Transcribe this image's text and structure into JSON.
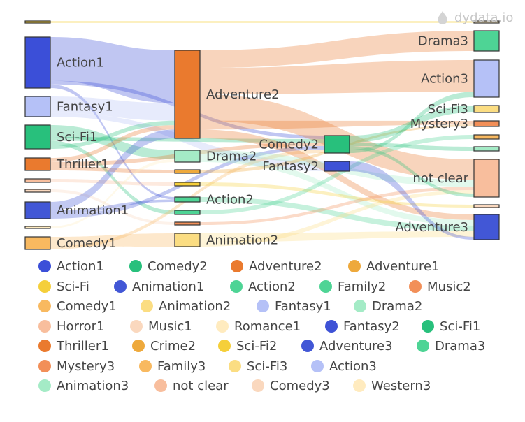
{
  "watermark": "dydata.io",
  "chart_data": {
    "type": "sankey",
    "nodes": [
      {
        "name": "Sci-Fi",
        "color": "#F5CF3A",
        "label": ""
      },
      {
        "name": "Action1",
        "color": "#3B4FD8",
        "label": "Action1"
      },
      {
        "name": "Fantasy1",
        "color": "#B5C1F7",
        "label": "Fantasy1"
      },
      {
        "name": "Sci-Fi1",
        "color": "#28C07C",
        "label": "Sci-Fi1"
      },
      {
        "name": "Thriller1",
        "color": "#EA7A2E",
        "label": "Thriller1"
      },
      {
        "name": "Horror1",
        "color": "#F8BE9D",
        "label": ""
      },
      {
        "name": "Music1",
        "color": "#FAD8BE",
        "label": ""
      },
      {
        "name": "Animation1",
        "color": "#4257D6",
        "label": "Animation1"
      },
      {
        "name": "Romance1",
        "color": "#FFEBBF",
        "label": ""
      },
      {
        "name": "Comedy1",
        "color": "#F8B960",
        "label": "Comedy1"
      },
      {
        "name": "Adventure1",
        "color": "#EEA93C",
        "label": ""
      },
      {
        "name": "Adventure2",
        "color": "#EA7A2E",
        "label": "Adventure2"
      },
      {
        "name": "Drama2",
        "color": "#A4EBC6",
        "label": "Drama2"
      },
      {
        "name": "Crime2",
        "color": "#EEA93C",
        "label": ""
      },
      {
        "name": "Sci-Fi2",
        "color": "#F5CF3A",
        "label": ""
      },
      {
        "name": "Action2",
        "color": "#4ED495",
        "label": "Action2"
      },
      {
        "name": "Family2",
        "color": "#4ED495",
        "label": ""
      },
      {
        "name": "Music2",
        "color": "#F28F58",
        "label": ""
      },
      {
        "name": "Animation2",
        "color": "#FBDD82",
        "label": "Animation2"
      },
      {
        "name": "Comedy2",
        "color": "#28C07C",
        "label": "Comedy2"
      },
      {
        "name": "Fantasy2",
        "color": "#3E52D6",
        "label": "Fantasy2"
      },
      {
        "name": "Western3",
        "color": "#FFEBBF",
        "label": ""
      },
      {
        "name": "Drama3",
        "color": "#4ED495",
        "label": "Drama3"
      },
      {
        "name": "Action3",
        "color": "#B5C1F7",
        "label": "Action3"
      },
      {
        "name": "Sci-Fi3",
        "color": "#FBDD82",
        "label": "Sci-Fi3"
      },
      {
        "name": "Mystery3",
        "color": "#F28F58",
        "label": "Mystery3"
      },
      {
        "name": "Family3",
        "color": "#F8B960",
        "label": ""
      },
      {
        "name": "Animation3",
        "color": "#A4EBC6",
        "label": ""
      },
      {
        "name": "not clear",
        "color": "#F8BE9D",
        "label": "not clear"
      },
      {
        "name": "Comedy3",
        "color": "#FAD8BE",
        "label": ""
      },
      {
        "name": "Adventure3",
        "color": "#4257D6",
        "label": "Adventure3"
      }
    ],
    "links": [
      {
        "source": "Action1",
        "target": "Adventure2",
        "value": 12
      },
      {
        "source": "Action1",
        "target": "Comedy2",
        "value": 1
      },
      {
        "source": "Action1",
        "target": "Action2",
        "value": 1
      },
      {
        "source": "Fantasy1",
        "target": "Adventure2",
        "value": 4
      },
      {
        "source": "Fantasy1",
        "target": "Fantasy2",
        "value": 1
      },
      {
        "source": "Sci-Fi1",
        "target": "Drama2",
        "value": 3
      },
      {
        "source": "Sci-Fi1",
        "target": "Comedy2",
        "value": 1
      },
      {
        "source": "Sci-Fi1",
        "target": "Family2",
        "value": 1
      },
      {
        "source": "Sci-Fi1",
        "target": "Adventure2",
        "value": 1
      },
      {
        "source": "Thriller1",
        "target": "Adventure2",
        "value": 1
      },
      {
        "source": "Thriller1",
        "target": "Comedy2",
        "value": 1
      },
      {
        "source": "Thriller1",
        "target": "Crime2",
        "value": 1
      },
      {
        "source": "Horror1",
        "target": "Sci-Fi2",
        "value": 1
      },
      {
        "source": "Music1",
        "target": "Music2",
        "value": 1
      },
      {
        "source": "Animation1",
        "target": "Adventure2",
        "value": 2
      },
      {
        "source": "Animation1",
        "target": "Action2",
        "value": 1
      },
      {
        "source": "Animation1",
        "target": "Comedy2",
        "value": 1
      },
      {
        "source": "Romance1",
        "target": "Drama2",
        "value": 1
      },
      {
        "source": "Comedy1",
        "target": "Animation2",
        "value": 3
      },
      {
        "source": "Comedy1",
        "target": "Comedy2",
        "value": 1
      },
      {
        "source": "Sci-Fi",
        "target": "Western3",
        "value": 1
      },
      {
        "source": "Adventure2",
        "target": "Drama3",
        "value": 4
      },
      {
        "source": "Adventure2",
        "target": "Action3",
        "value": 6
      },
      {
        "source": "Adventure2",
        "target": "not clear",
        "value": 6
      },
      {
        "source": "Adventure2",
        "target": "Mystery3",
        "value": 2
      },
      {
        "source": "Adventure2",
        "target": "Adventure3",
        "value": 2
      },
      {
        "source": "Drama2",
        "target": "not clear",
        "value": 2
      },
      {
        "source": "Drama2",
        "target": "Adventure3",
        "value": 2
      },
      {
        "source": "Crime2",
        "target": "Mystery3",
        "value": 1
      },
      {
        "source": "Sci-Fi2",
        "target": "Comedy3",
        "value": 1
      },
      {
        "source": "Action2",
        "target": "Adventure3",
        "value": 2
      },
      {
        "source": "Family2",
        "target": "Family3",
        "value": 1
      },
      {
        "source": "Music2",
        "target": "not clear",
        "value": 1
      },
      {
        "source": "Animation2",
        "target": "Adventure3",
        "value": 2
      },
      {
        "source": "Animation2",
        "target": "not clear",
        "value": 1
      },
      {
        "source": "Comedy2",
        "target": "Sci-Fi3",
        "value": 2
      },
      {
        "source": "Comedy2",
        "target": "Animation3",
        "value": 1
      },
      {
        "source": "Comedy2",
        "target": "not clear",
        "value": 1
      },
      {
        "source": "Comedy2",
        "target": "Action3",
        "value": 1
      },
      {
        "source": "Fantasy2",
        "target": "Adventure3",
        "value": 1
      }
    ],
    "legend": {
      "position": "bottom",
      "items": [
        {
          "name": "Action1",
          "color": "#3B4FD8"
        },
        {
          "name": "Comedy2",
          "color": "#28C07C"
        },
        {
          "name": "Adventure2",
          "color": "#EA7A2E"
        },
        {
          "name": "Adventure1",
          "color": "#EEA93C"
        },
        {
          "name": "Sci-Fi",
          "color": "#F5CF3A"
        },
        {
          "name": "Animation1",
          "color": "#4257D6"
        },
        {
          "name": "Action2",
          "color": "#4ED495"
        },
        {
          "name": "Family2",
          "color": "#4ED495"
        },
        {
          "name": "Music2",
          "color": "#F28F58"
        },
        {
          "name": "Comedy1",
          "color": "#F8B960"
        },
        {
          "name": "Animation2",
          "color": "#FBDD82"
        },
        {
          "name": "Fantasy1",
          "color": "#B5C1F7"
        },
        {
          "name": "Drama2",
          "color": "#A4EBC6"
        },
        {
          "name": "Horror1",
          "color": "#F8BE9D"
        },
        {
          "name": "Music1",
          "color": "#FAD8BE"
        },
        {
          "name": "Romance1",
          "color": "#FFEBBF"
        },
        {
          "name": "Fantasy2",
          "color": "#3E52D6"
        },
        {
          "name": "Sci-Fi1",
          "color": "#28C07C"
        },
        {
          "name": "Thriller1",
          "color": "#EA7A2E"
        },
        {
          "name": "Crime2",
          "color": "#EEA93C"
        },
        {
          "name": "Sci-Fi2",
          "color": "#F5CF3A"
        },
        {
          "name": "Adventure3",
          "color": "#4257D6"
        },
        {
          "name": "Drama3",
          "color": "#4ED495"
        },
        {
          "name": "Mystery3",
          "color": "#F28F58"
        },
        {
          "name": "Family3",
          "color": "#F8B960"
        },
        {
          "name": "Sci-Fi3",
          "color": "#FBDD82"
        },
        {
          "name": "Action3",
          "color": "#B5C1F7"
        },
        {
          "name": "Animation3",
          "color": "#A4EBC6"
        },
        {
          "name": "not clear",
          "color": "#F8BE9D"
        },
        {
          "name": "Comedy3",
          "color": "#FAD8BE"
        },
        {
          "name": "Western3",
          "color": "#FFEBBF"
        }
      ]
    }
  }
}
